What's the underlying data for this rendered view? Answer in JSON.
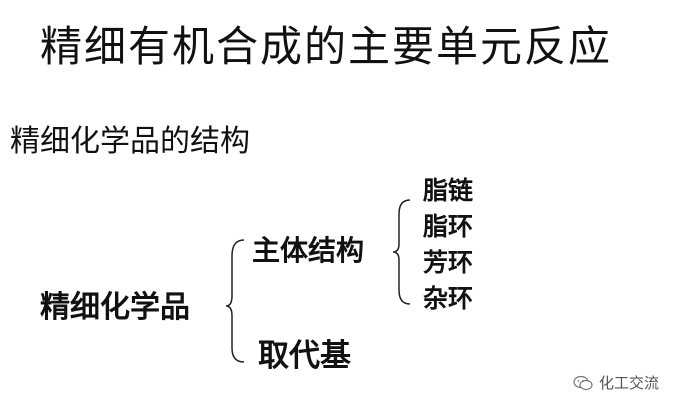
{
  "title": "精细有机合成的主要单元反应",
  "subtitle": "精细化学品的结构",
  "tree": {
    "root": "精细化学品",
    "branches": [
      {
        "label": "主体结构",
        "children": [
          "脂链",
          "脂环",
          "芳环",
          "杂环"
        ]
      },
      {
        "label": "取代基"
      }
    ]
  },
  "watermark": {
    "text": "化工交流",
    "icon": "wechat-icon"
  }
}
